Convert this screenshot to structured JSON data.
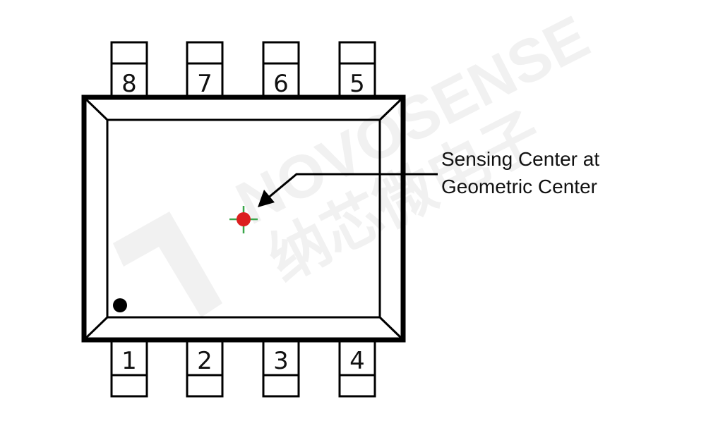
{
  "pins": {
    "top": [
      "8",
      "7",
      "6",
      "5"
    ],
    "bottom": [
      "1",
      "2",
      "3",
      "4"
    ]
  },
  "annotation": {
    "line1": "Sensing Center at",
    "line2": "Geometric Center"
  },
  "watermark": {
    "brand": "NOVOSENSE",
    "chinese": "纳芯微电子"
  },
  "colors": {
    "outline": "#000000",
    "sensing_dot": "#dc1f1f",
    "crosshair": "#3aa64a",
    "pin1_dot": "#000000",
    "watermark": "#f1f1f1"
  }
}
